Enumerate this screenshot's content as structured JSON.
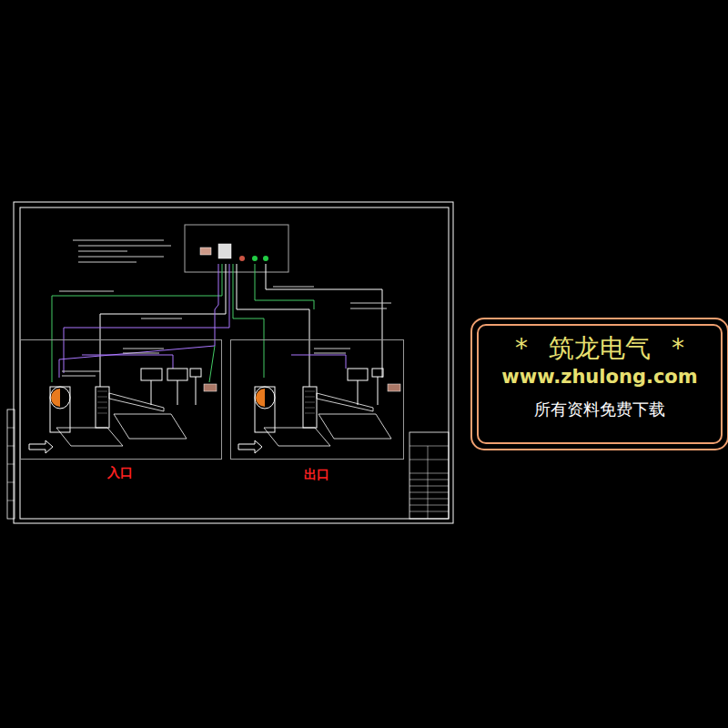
{
  "diagram": {
    "nodes": [
      {
        "text": [
          "入口"
        ]
      },
      {
        "text": [
          "出口"
        ]
      },
      {
        "text": [
          "* 筑龙电气 *",
          "www.zhulong.com",
          "所有资料免费下载"
        ]
      }
    ],
    "labels": []
  }
}
